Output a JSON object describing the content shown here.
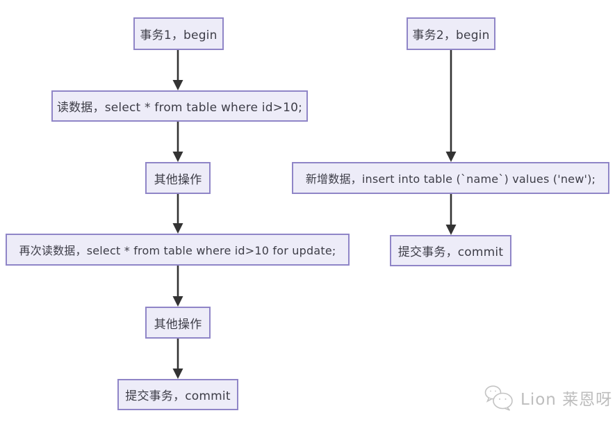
{
  "colors": {
    "background": "#ffffff",
    "node_fill": "#edecf8",
    "node_border": "#8f85c7",
    "node_text": "#3d3d47",
    "arrow": "#333333",
    "watermark": "#bdbdbd"
  },
  "nodes": {
    "t1_begin": {
      "label": "事务1，begin"
    },
    "t1_read": {
      "label": "读数据，select * from table where id>10;"
    },
    "t1_other1": {
      "label": "其他操作"
    },
    "t1_read2": {
      "label": "再次读数据，select * from table where id>10 for update;"
    },
    "t1_other2": {
      "label": "其他操作"
    },
    "t1_commit": {
      "label": "提交事务，commit"
    },
    "t2_begin": {
      "label": "事务2，begin"
    },
    "t2_insert": {
      "label": "新增数据，insert into table (`name`) values ('new');"
    },
    "t2_commit": {
      "label": "提交事务，commit"
    }
  },
  "watermark": {
    "label": "Lion 莱恩呀",
    "icon": "wechat-icon"
  }
}
